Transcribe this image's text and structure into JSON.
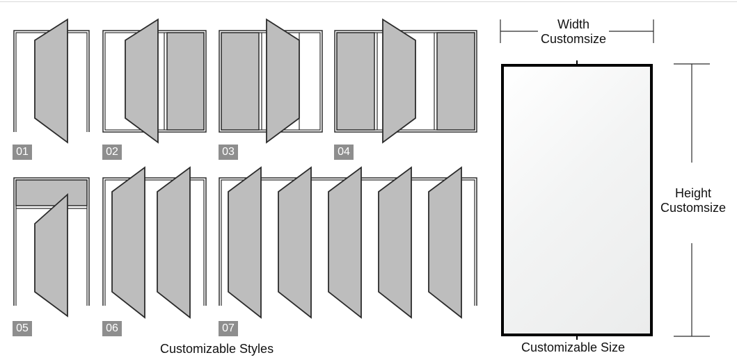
{
  "colors": {
    "panel": "#bdbdbd",
    "frame": "#2b2b2b",
    "badge": "#8e8e8e",
    "background": "#ffffff"
  },
  "styles": [
    {
      "id": "style-01",
      "label": "01"
    },
    {
      "id": "style-02",
      "label": "02"
    },
    {
      "id": "style-03",
      "label": "03"
    },
    {
      "id": "style-04",
      "label": "04"
    },
    {
      "id": "style-05",
      "label": "05"
    },
    {
      "id": "style-06",
      "label": "06"
    },
    {
      "id": "style-07",
      "label": "07"
    }
  ],
  "captions": {
    "styles": "Customizable Styles",
    "size": "Customizable Size"
  },
  "dimensions": {
    "width_line1": "Width",
    "width_line2": "Customsize",
    "height_line1": "Height",
    "height_line2": "Customsize"
  }
}
